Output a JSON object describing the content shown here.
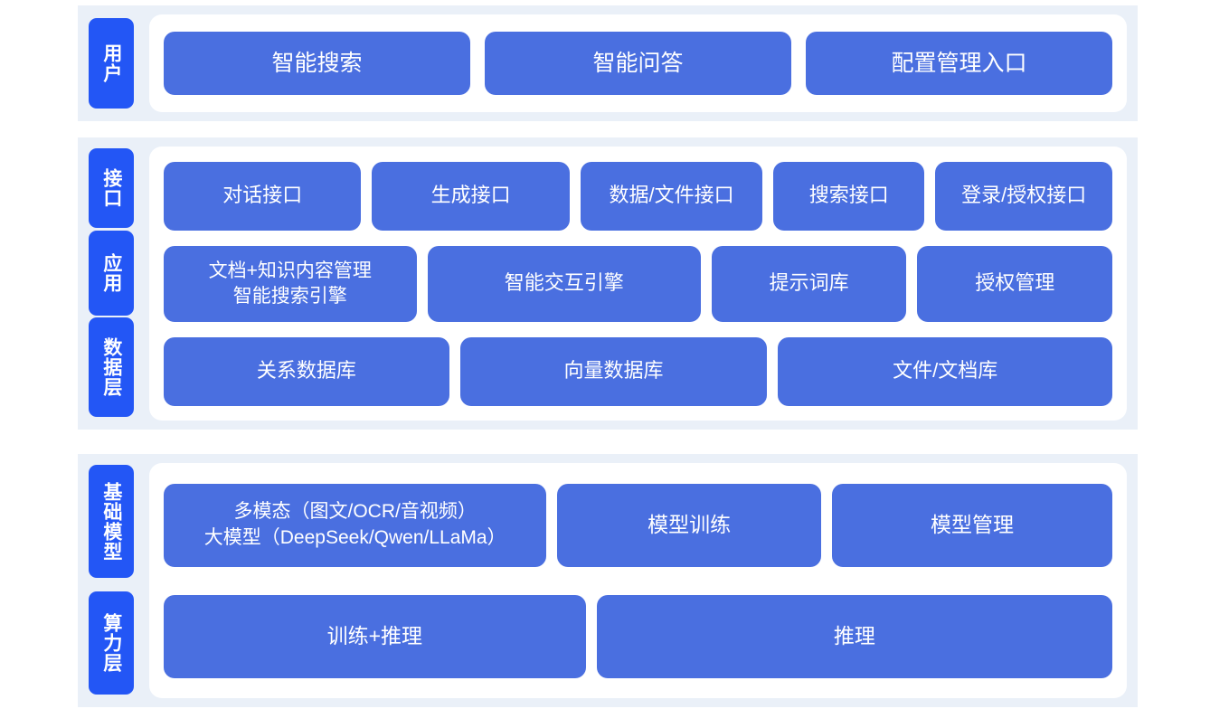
{
  "colors": {
    "band_background": "#eaf0f8",
    "panel_background": "#ffffff",
    "tier_label": "#2356f5",
    "box": "#4a6fe0",
    "box_text": "#ffffff",
    "page_background": "#ffffff"
  },
  "sections": {
    "user": {
      "tier_label": "用户",
      "boxes": [
        {
          "label": "智能搜索"
        },
        {
          "label": "智能问答"
        },
        {
          "label": "配置管理入口"
        }
      ]
    },
    "middle": {
      "tier_labels": {
        "interface": "接口",
        "application": "应用",
        "data": "数据层"
      },
      "interface_row": [
        {
          "label": "对话接口"
        },
        {
          "label": "生成接口"
        },
        {
          "label": "数据/文件接口"
        },
        {
          "label": "搜索接口"
        },
        {
          "label": "登录/授权接口"
        }
      ],
      "application_row": [
        {
          "label": "文档+知识内容管理\n智能搜索引擎"
        },
        {
          "label": "智能交互引擎"
        },
        {
          "label": "提示词库"
        },
        {
          "label": "授权管理"
        }
      ],
      "data_row": [
        {
          "label": "关系数据库"
        },
        {
          "label": "向量数据库"
        },
        {
          "label": "文件/文档库"
        }
      ]
    },
    "bottom": {
      "tier_labels": {
        "foundation_model": "基础模型",
        "compute": "算力层"
      },
      "model_row": [
        {
          "label": "多模态（图文/OCR/音视频）\n大模型（DeepSeek/Qwen/LLaMa）"
        },
        {
          "label": "模型训练"
        },
        {
          "label": "模型管理"
        }
      ],
      "compute_row": [
        {
          "label": "训练+推理"
        },
        {
          "label": "推理"
        }
      ]
    }
  }
}
